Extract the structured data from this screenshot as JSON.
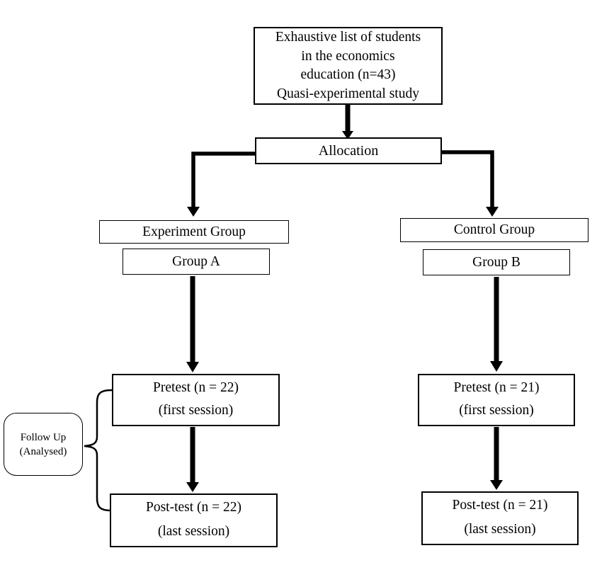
{
  "flowchart": {
    "enrollment": {
      "line1": "Exhaustive list of students",
      "line2": "in the economics",
      "line3": "education (n=43)",
      "line4": "Quasi-experimental study"
    },
    "allocation": {
      "label": "Allocation"
    },
    "experiment_arm": {
      "group_label": "Experiment Group",
      "group_name": "Group A",
      "pretest_line1": "Pretest (n = 22)",
      "pretest_line2": "(first session)",
      "posttest_line1": "Post-test (n = 22)",
      "posttest_line2": "(last session)"
    },
    "control_arm": {
      "group_label": "Control Group",
      "group_name": "Group B",
      "pretest_line1": "Pretest (n = 21)",
      "pretest_line2": "(first session)",
      "posttest_line1": "Post-test (n = 21)",
      "posttest_line2": "(last session)"
    },
    "follow_up": {
      "line1": "Follow Up",
      "line2": "(Analysed)"
    },
    "colors": {
      "line": "#000000",
      "box_border": "#000000",
      "background": "#ffffff",
      "text": "#000000"
    }
  }
}
